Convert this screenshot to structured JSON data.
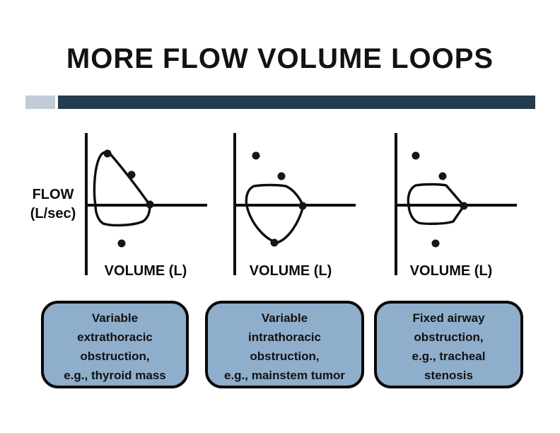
{
  "slide": {
    "title": "MORE FLOW VOLUME LOOPS"
  },
  "accent_bar": {
    "light_color": "#C1CBD9",
    "dark_color": "#253C4F"
  },
  "flow_axis_label": {
    "line1": "FLOW",
    "line2": "(L/sec)"
  },
  "diagrams": [
    {
      "name": "variable-extrathoracic-loop",
      "volume_label": "VOLUME (L)",
      "loop_shape": "tall rounded expiratory limb above axis, flattened inspiratory limb below axis",
      "caption_lines": [
        "Variable",
        "extrathoracic",
        "obstruction,",
        "e.g., thyroid mass"
      ]
    },
    {
      "name": "variable-intrathoracic-loop",
      "volume_label": "VOLUME (L)",
      "loop_shape": "flattened expiratory limb above axis, deep rounded inspiratory limb below axis",
      "caption_lines": [
        "Variable",
        "intrathoracic",
        "obstruction,",
        "e.g., mainstem tumor"
      ]
    },
    {
      "name": "fixed-airway-obstruction-loop",
      "volume_label": "VOLUME (L)",
      "loop_shape": "flattened expiratory and inspiratory limbs",
      "caption_lines": [
        "Fixed airway",
        "obstruction,",
        "e.g., tracheal",
        "stenosis"
      ]
    }
  ],
  "colors": {
    "ink": "#0d0d0d",
    "caption_box_fill": "#8FAECB",
    "caption_box_border": "#070707"
  }
}
